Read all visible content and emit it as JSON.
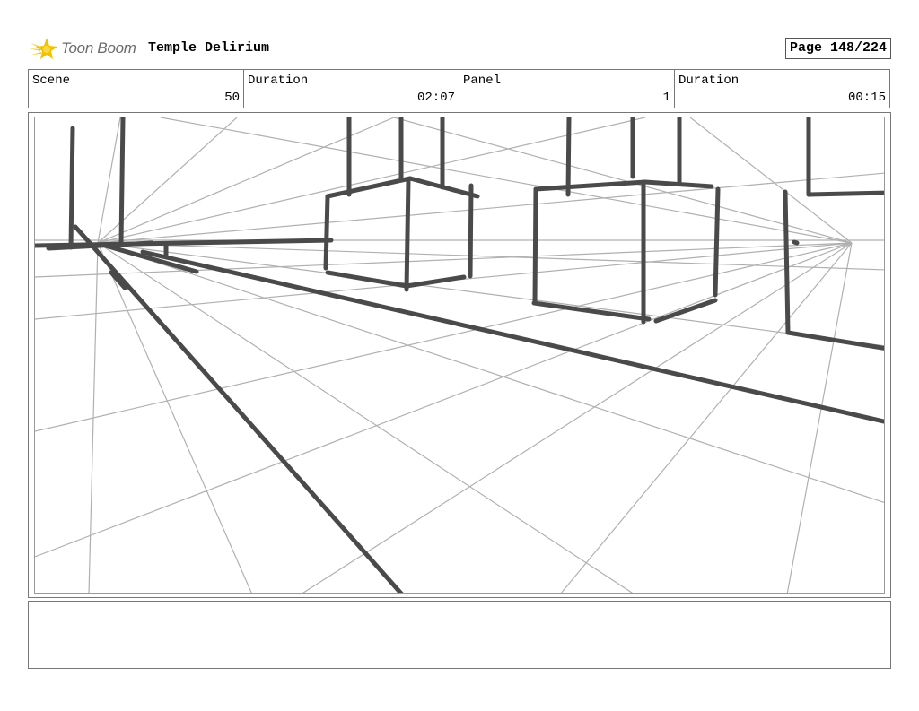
{
  "header": {
    "logo_text": "Toon Boom",
    "project_title": "Temple Delirium",
    "page": "Page 148/224"
  },
  "info": {
    "scene_label": "Scene",
    "scene_value": "50",
    "duration_label": "Duration",
    "duration_value": "02:07",
    "panel_label": "Panel",
    "panel_value": "1",
    "panel_duration_label": "Duration",
    "panel_duration_value": "00:15"
  },
  "colors": {
    "guide_lines": "#b0b0b0",
    "ink_lines": "#4a4a4a",
    "logo_star": "#f2c200"
  },
  "notes": {
    "text": ""
  }
}
